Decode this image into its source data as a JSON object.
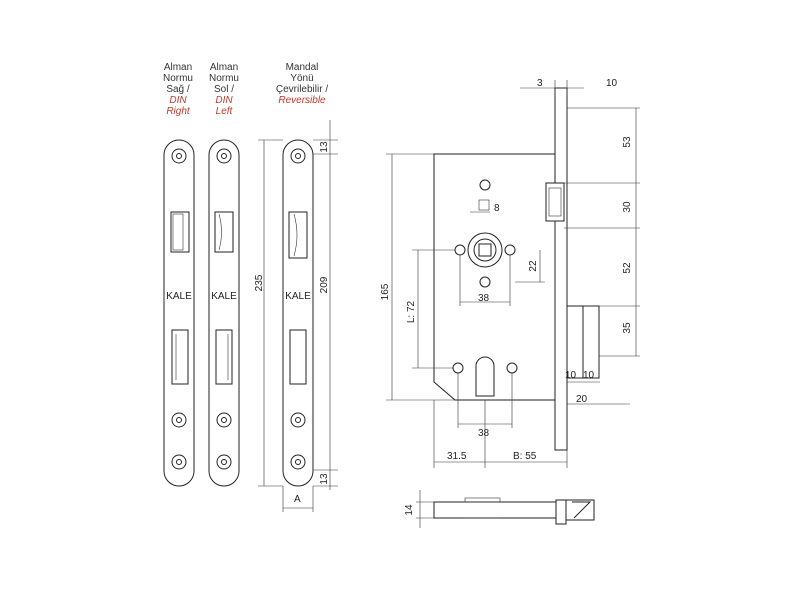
{
  "faceplates": [
    {
      "line1": "Alman",
      "line2": "Normu",
      "line3": "Sağ /",
      "line4": "DIN",
      "line5": "Right"
    },
    {
      "line1": "Alman",
      "line2": "Normu",
      "line3": "Sol /",
      "line4": "DIN",
      "line5": "Left"
    },
    {
      "line1": "Mandal",
      "line2": "Yönü",
      "line3": "Çevrilebilir /",
      "line4": "",
      "line5": "Reversible"
    }
  ],
  "brand": "KALE",
  "dims": {
    "d13a": "13",
    "d235": "235",
    "d209": "209",
    "d13b": "13",
    "dA": "A",
    "d3": "3",
    "d10": "10",
    "d53": "53",
    "d30": "30",
    "d52": "52",
    "d35": "35",
    "d165": "165",
    "dL72": "L: 72",
    "d8": "8",
    "d22": "22",
    "d38a": "38",
    "d38b": "38",
    "d10b": "10",
    "d10c": "10",
    "d20": "20",
    "d315": "31.5",
    "dB55": "B: 55",
    "d14": "14"
  },
  "colors": {
    "line": "#222222",
    "accent": "#c0392b"
  }
}
